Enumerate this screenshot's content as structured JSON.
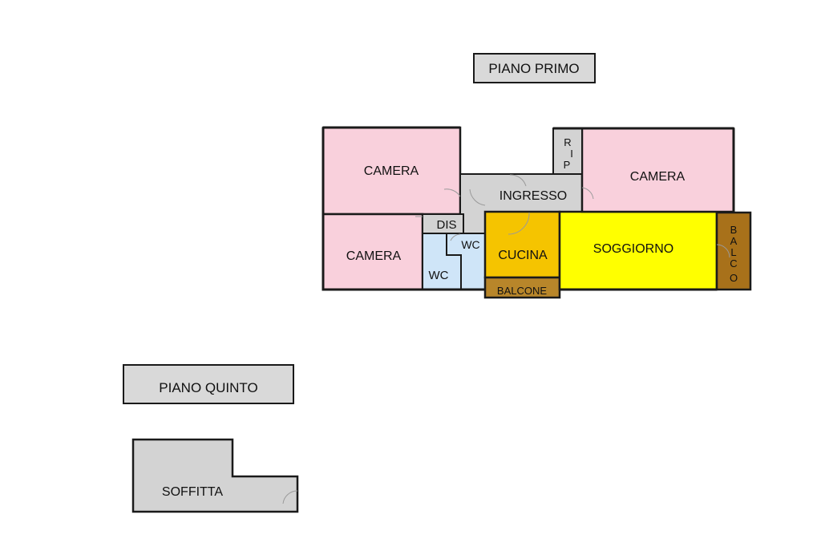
{
  "labels": {
    "piano_primo": "PIANO PRIMO",
    "piano_quinto": "PIANO QUINTO",
    "camera_top_left": "CAMERA",
    "camera_bottom_left": "CAMERA",
    "camera_right": "CAMERA",
    "ingresso": "INGRESSO",
    "dis": "DIS",
    "wc_1": "WC",
    "wc_2": "WC",
    "cucina": "CUCINA",
    "soggiorno": "SOGGIORNO",
    "balcone": "BALCONE",
    "rip_r": "R",
    "rip_i": "I",
    "rip_p": "P",
    "balco_b": "B",
    "balco_a": "A",
    "balco_l": "L",
    "balco_c": "C",
    "balco_o": "O",
    "soffitta": "SOFFITTA"
  },
  "colors": {
    "camera": "#f9d0dc",
    "ingresso": "#d3d3d3",
    "wc": "#cfe5f8",
    "cucina": "#f5c400",
    "soggiorno": "#ffff00",
    "balcone": "#b8862a",
    "balco_side": "#a8711a",
    "rip": "#d3d3d3",
    "soffitta": "#d3d3d3",
    "wall": "#1a1a1a"
  }
}
